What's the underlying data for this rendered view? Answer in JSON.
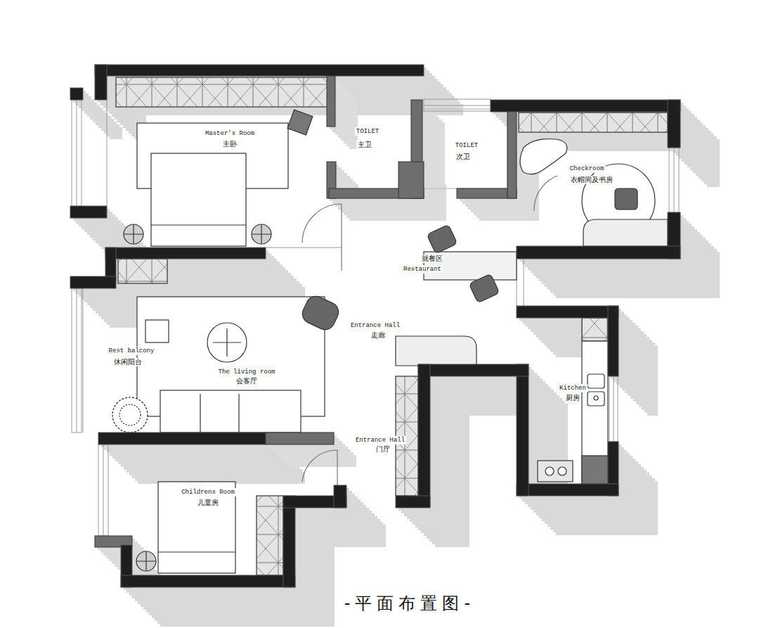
{
  "diagram": {
    "caption": "-平面布置图-",
    "labels": [
      "Master's Room",
      "主卧",
      "TOILET",
      "主卫",
      "TOILET",
      "次卫",
      "Checkroom",
      "衣帽间及书房",
      "就餐区",
      "Restaurant",
      "Entrance Hall",
      "走廊",
      "Rest balcony",
      "休闲阳台",
      "The living room",
      "会客厅",
      "Kitchen",
      "厨房",
      "Entrance Hall",
      "门厅",
      "Childrens Room",
      "儿童房"
    ]
  }
}
